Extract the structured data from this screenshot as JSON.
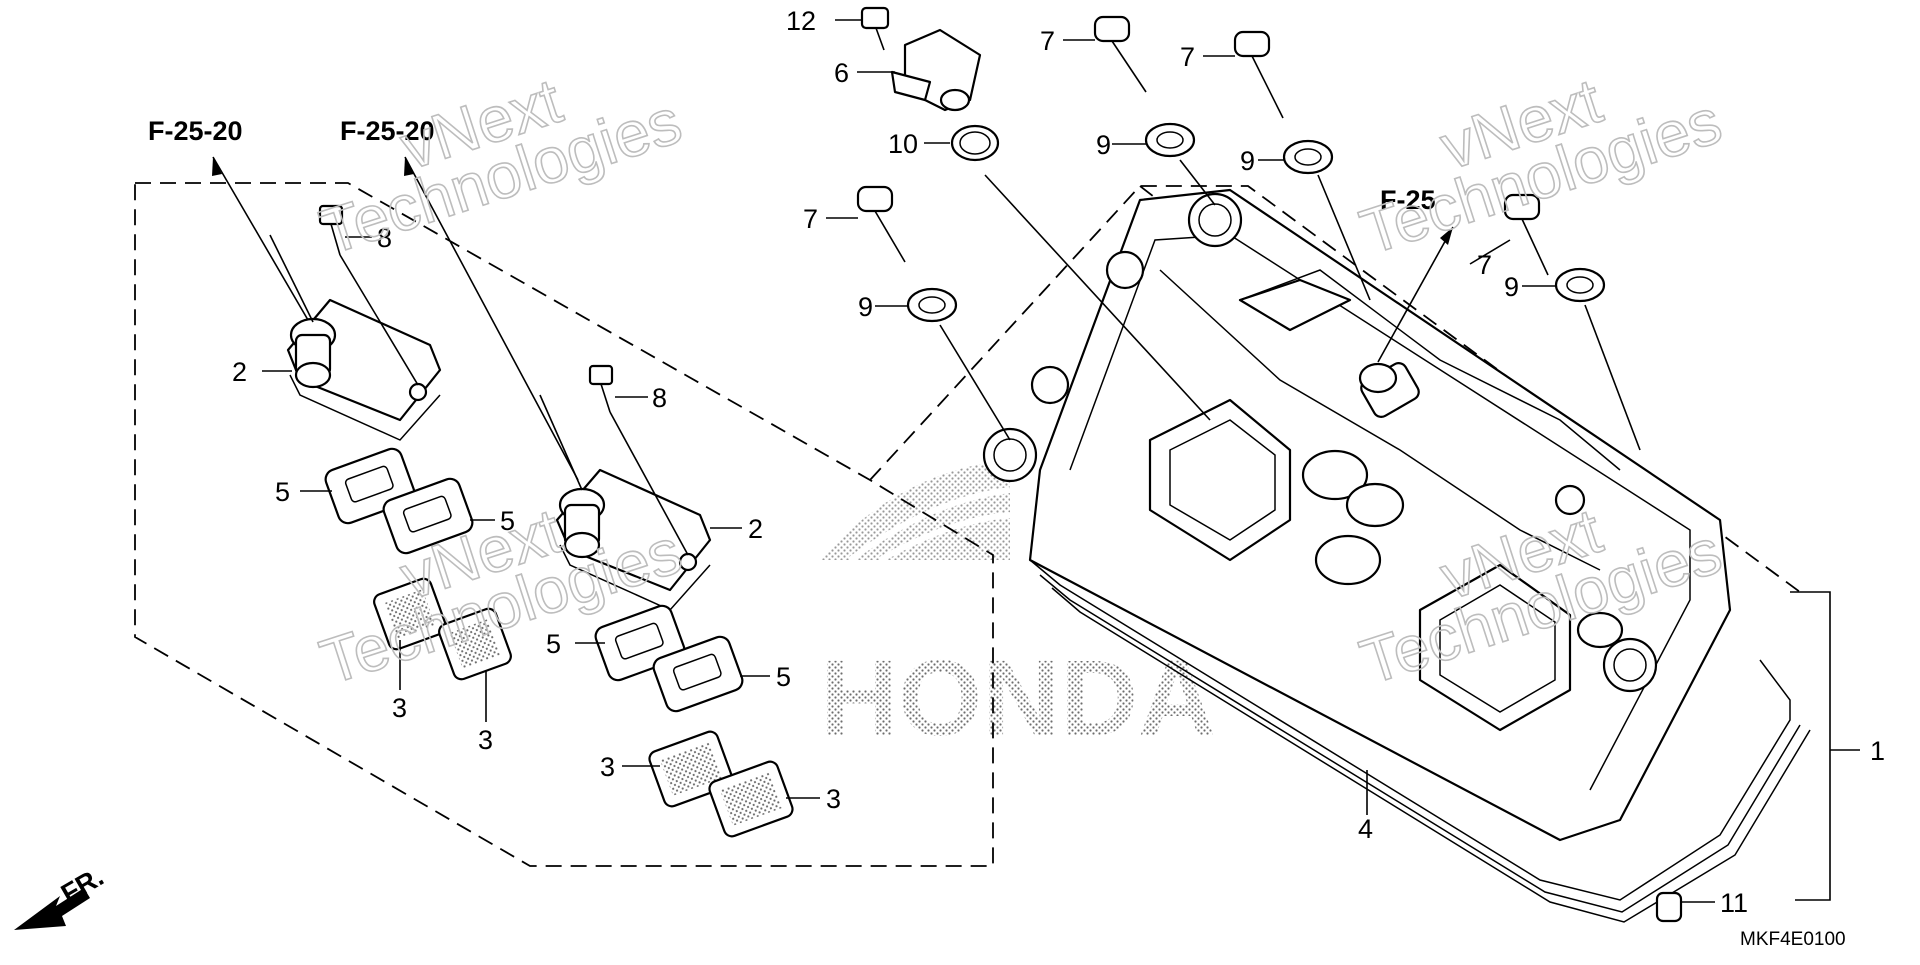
{
  "diagram": {
    "code": "MKF4E0100",
    "front_label": "FR.",
    "brand_watermark": "HONDA",
    "watermarks": [
      "vNext",
      "Technologies"
    ]
  },
  "references": {
    "f25_20_a": "F-25-20",
    "f25_20_b": "F-25-20",
    "f25": "F-25"
  },
  "callouts": {
    "c1": "1",
    "c2a": "2",
    "c2b": "2",
    "c3a": "3",
    "c3b": "3",
    "c3c": "3",
    "c3d": "3",
    "c4": "4",
    "c5a": "5",
    "c5b": "5",
    "c5c": "5",
    "c5d": "5",
    "c6": "6",
    "c7a": "7",
    "c7b": "7",
    "c7c": "7",
    "c7d": "7",
    "c8a": "8",
    "c8b": "8",
    "c9a": "9",
    "c9b": "9",
    "c9c": "9",
    "c9d": "9",
    "c10": "10",
    "c11": "11",
    "c12": "12"
  }
}
